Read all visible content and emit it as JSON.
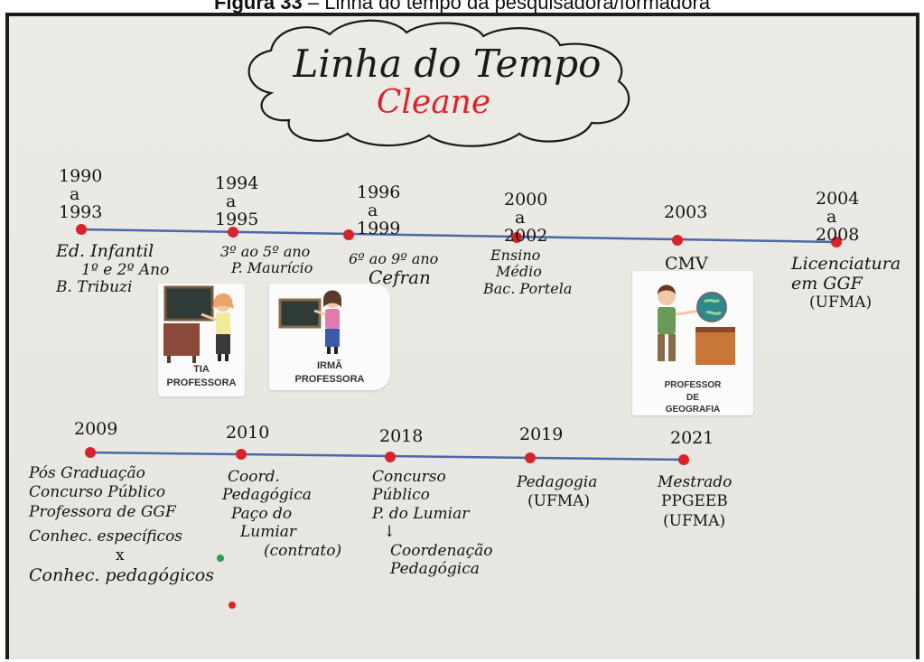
{
  "caption": {
    "figure_label": "Figura 33",
    "text": " – Linha do tempo da pesquisadora/formadora"
  },
  "board": {
    "title": "Linha do Tempo",
    "name": "Cleane",
    "row1": [
      {
        "years": [
          "1990",
          "a",
          "1993"
        ],
        "text": [
          "Ed. Infantil",
          "1º e 2º Ano",
          "B. Tribuzi"
        ]
      },
      {
        "years": [
          "1994",
          "a",
          "1995"
        ],
        "text": [
          "3º ao 5º ano",
          "P. Maurício"
        ]
      },
      {
        "years": [
          "1996",
          "a",
          "1999"
        ],
        "text": [
          "6º ao 9º ano",
          "Cefran"
        ]
      },
      {
        "years": [
          "2000",
          "a",
          "2002"
        ],
        "text": [
          "Ensino",
          "Médio",
          "Bac. Portela"
        ]
      },
      {
        "years": [
          "2003"
        ],
        "text": [
          "CMV"
        ]
      },
      {
        "years": [
          "2004",
          "a",
          "2008"
        ],
        "text": [
          "Licenciatura",
          "em GGF",
          "(UFMA)"
        ]
      }
    ],
    "row2": [
      {
        "years": [
          "2009"
        ],
        "text": [
          "Pós Graduação",
          "Concurso Público",
          "Professora de GGF",
          "Conhec. específicos",
          "x",
          "Conhec. pedagógicos"
        ]
      },
      {
        "years": [
          "2010"
        ],
        "text": [
          "Coord.",
          "Pedagógica",
          "Paço do",
          "Lumiar",
          "(contrato)"
        ]
      },
      {
        "years": [
          "2018"
        ],
        "text": [
          "Concurso",
          "Público",
          "P. do Lumiar",
          "↓",
          "Coordenação",
          "Pedagógica"
        ]
      },
      {
        "years": [
          "2019"
        ],
        "text": [
          "Pedagogia",
          "(UFMA)"
        ]
      },
      {
        "years": [
          "2021"
        ],
        "text": [
          "Mestrado",
          "PPGEEB",
          "(UFMA)"
        ]
      }
    ],
    "cards": [
      {
        "label": [
          "TIA",
          "PROFESSORA"
        ]
      },
      {
        "label": [
          "IRMÃ",
          "PROFESSORA"
        ]
      },
      {
        "label": [
          "PROFESSOR",
          "DE",
          "GEOGRAFIA"
        ]
      }
    ],
    "colors": {
      "line": "#4a67a8",
      "dot": "#d8232a",
      "dot_green": "#2e9b4e",
      "ink": "#151515",
      "name_ink": "#d9262a"
    }
  }
}
